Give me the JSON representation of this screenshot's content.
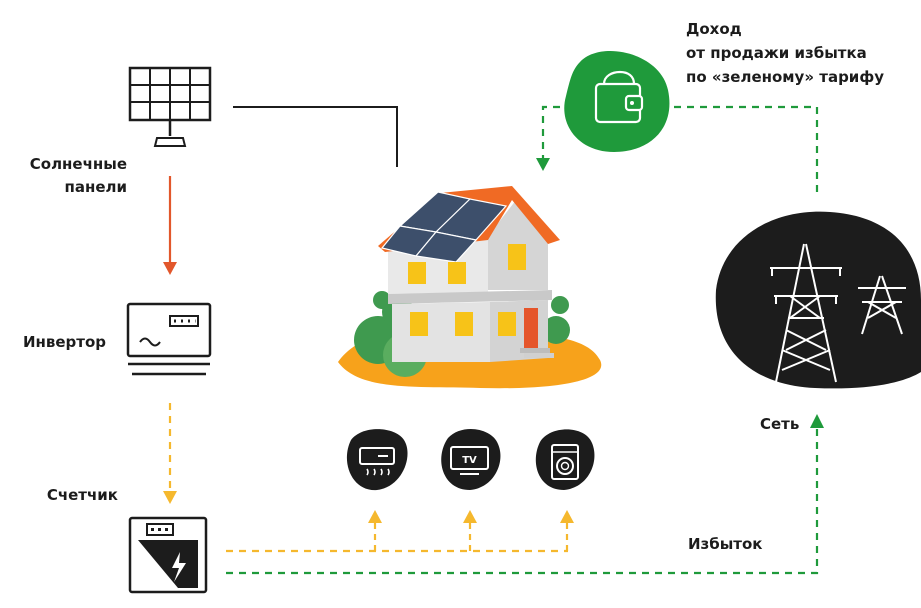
{
  "labels": {
    "solar_line1": "Солнечные",
    "solar_line2": "панели",
    "inverter": "Инвертор",
    "meter": "Счетчик",
    "grid": "Сеть",
    "surplus": "Избыток",
    "income_line1": "Доход",
    "income_line2": "от продажи избытка",
    "income_line3": "по «зеленому» тарифу",
    "tv_badge": "TV"
  },
  "colors": {
    "solar_to_inverter": "#e2572b",
    "consumption_flow": "#f5b82e",
    "green_flow": "#1f9a3b",
    "ink": "#1c1c1c",
    "house_wall": "#e3e3e3",
    "house_roof": "#f06a24",
    "window": "#f7c318",
    "lawn": "#f7a21b",
    "bush": "#3f9a4f"
  },
  "icons": {
    "solar": "solar-panel-icon",
    "inverter": "inverter-icon",
    "meter": "electricity-meter-icon",
    "wallet": "wallet-icon",
    "tower": "power-tower-icon",
    "ac": "air-conditioner-icon",
    "tv": "tv-icon",
    "washer": "washing-machine-icon"
  }
}
